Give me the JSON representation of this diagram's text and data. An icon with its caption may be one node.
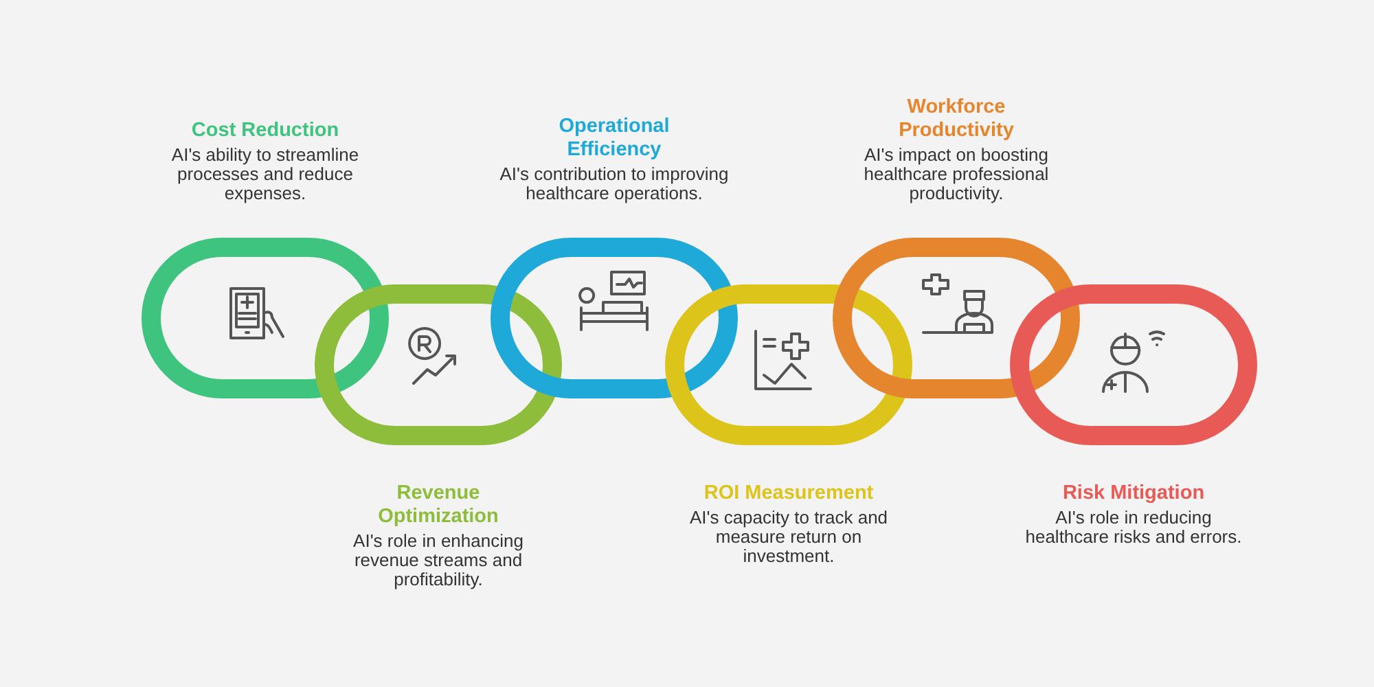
{
  "diagram": {
    "nodes": [
      {
        "text": [
          "Cost Reduction",
          "AI's ability to streamline processes and reduce expenses."
        ]
      },
      {
        "text": [
          "Revenue Optimization",
          "AI's role in enhancing revenue streams and profitability."
        ]
      },
      {
        "text": [
          "Operational Efficiency",
          "AI's contribution to improving healthcare operations."
        ]
      },
      {
        "text": [
          "ROI Measurement",
          "AI's capacity to track and measure return on investment."
        ]
      },
      {
        "text": [
          "Workforce Productivity",
          "AI's impact on boosting healthcare professional productivity."
        ]
      },
      {
        "text": [
          "Risk Mitigation",
          "AI's role in reducing healthcare risks and errors."
        ]
      }
    ]
  }
}
